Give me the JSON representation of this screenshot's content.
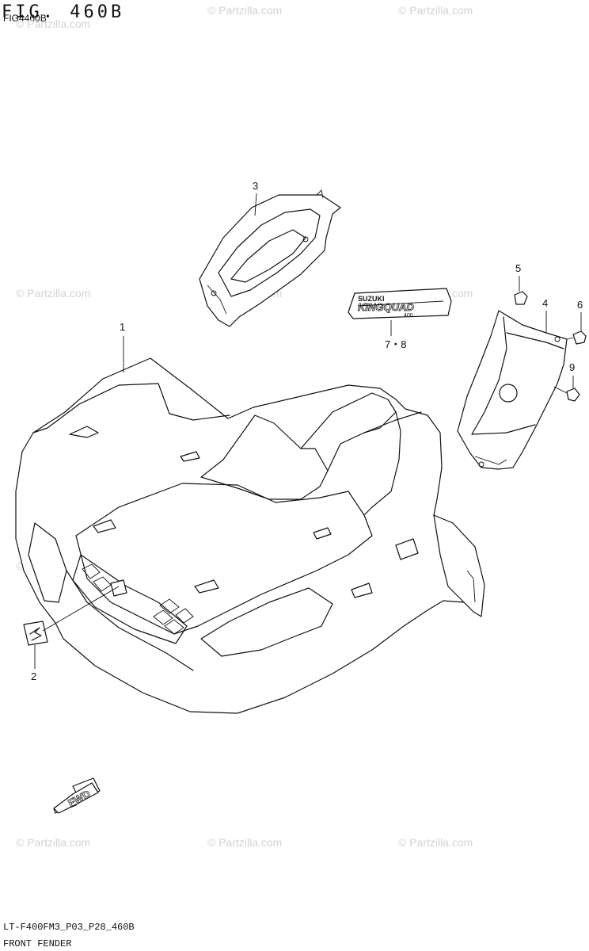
{
  "figure": {
    "title": "FIG. 460B",
    "subtitle": "FIG4460B"
  },
  "footer": {
    "model_code": "LT-F400FM3_P03_P28_460B",
    "section_name": "FRONT FENDER"
  },
  "watermark": {
    "text": "© Partzilla.com"
  },
  "callouts": [
    {
      "id": "1",
      "label": "1"
    },
    {
      "id": "2",
      "label": "2"
    },
    {
      "id": "3",
      "label": "3"
    },
    {
      "id": "4",
      "label": "4"
    },
    {
      "id": "5",
      "label": "5"
    },
    {
      "id": "6",
      "label": "6"
    },
    {
      "id": "7-8",
      "label": "7・8"
    },
    {
      "id": "9",
      "label": "9"
    }
  ],
  "decal": {
    "brand": "SUZUKI",
    "model": "KINGQUAD",
    "suffix": "400"
  },
  "fwd_arrow": {
    "label": "FWD"
  }
}
